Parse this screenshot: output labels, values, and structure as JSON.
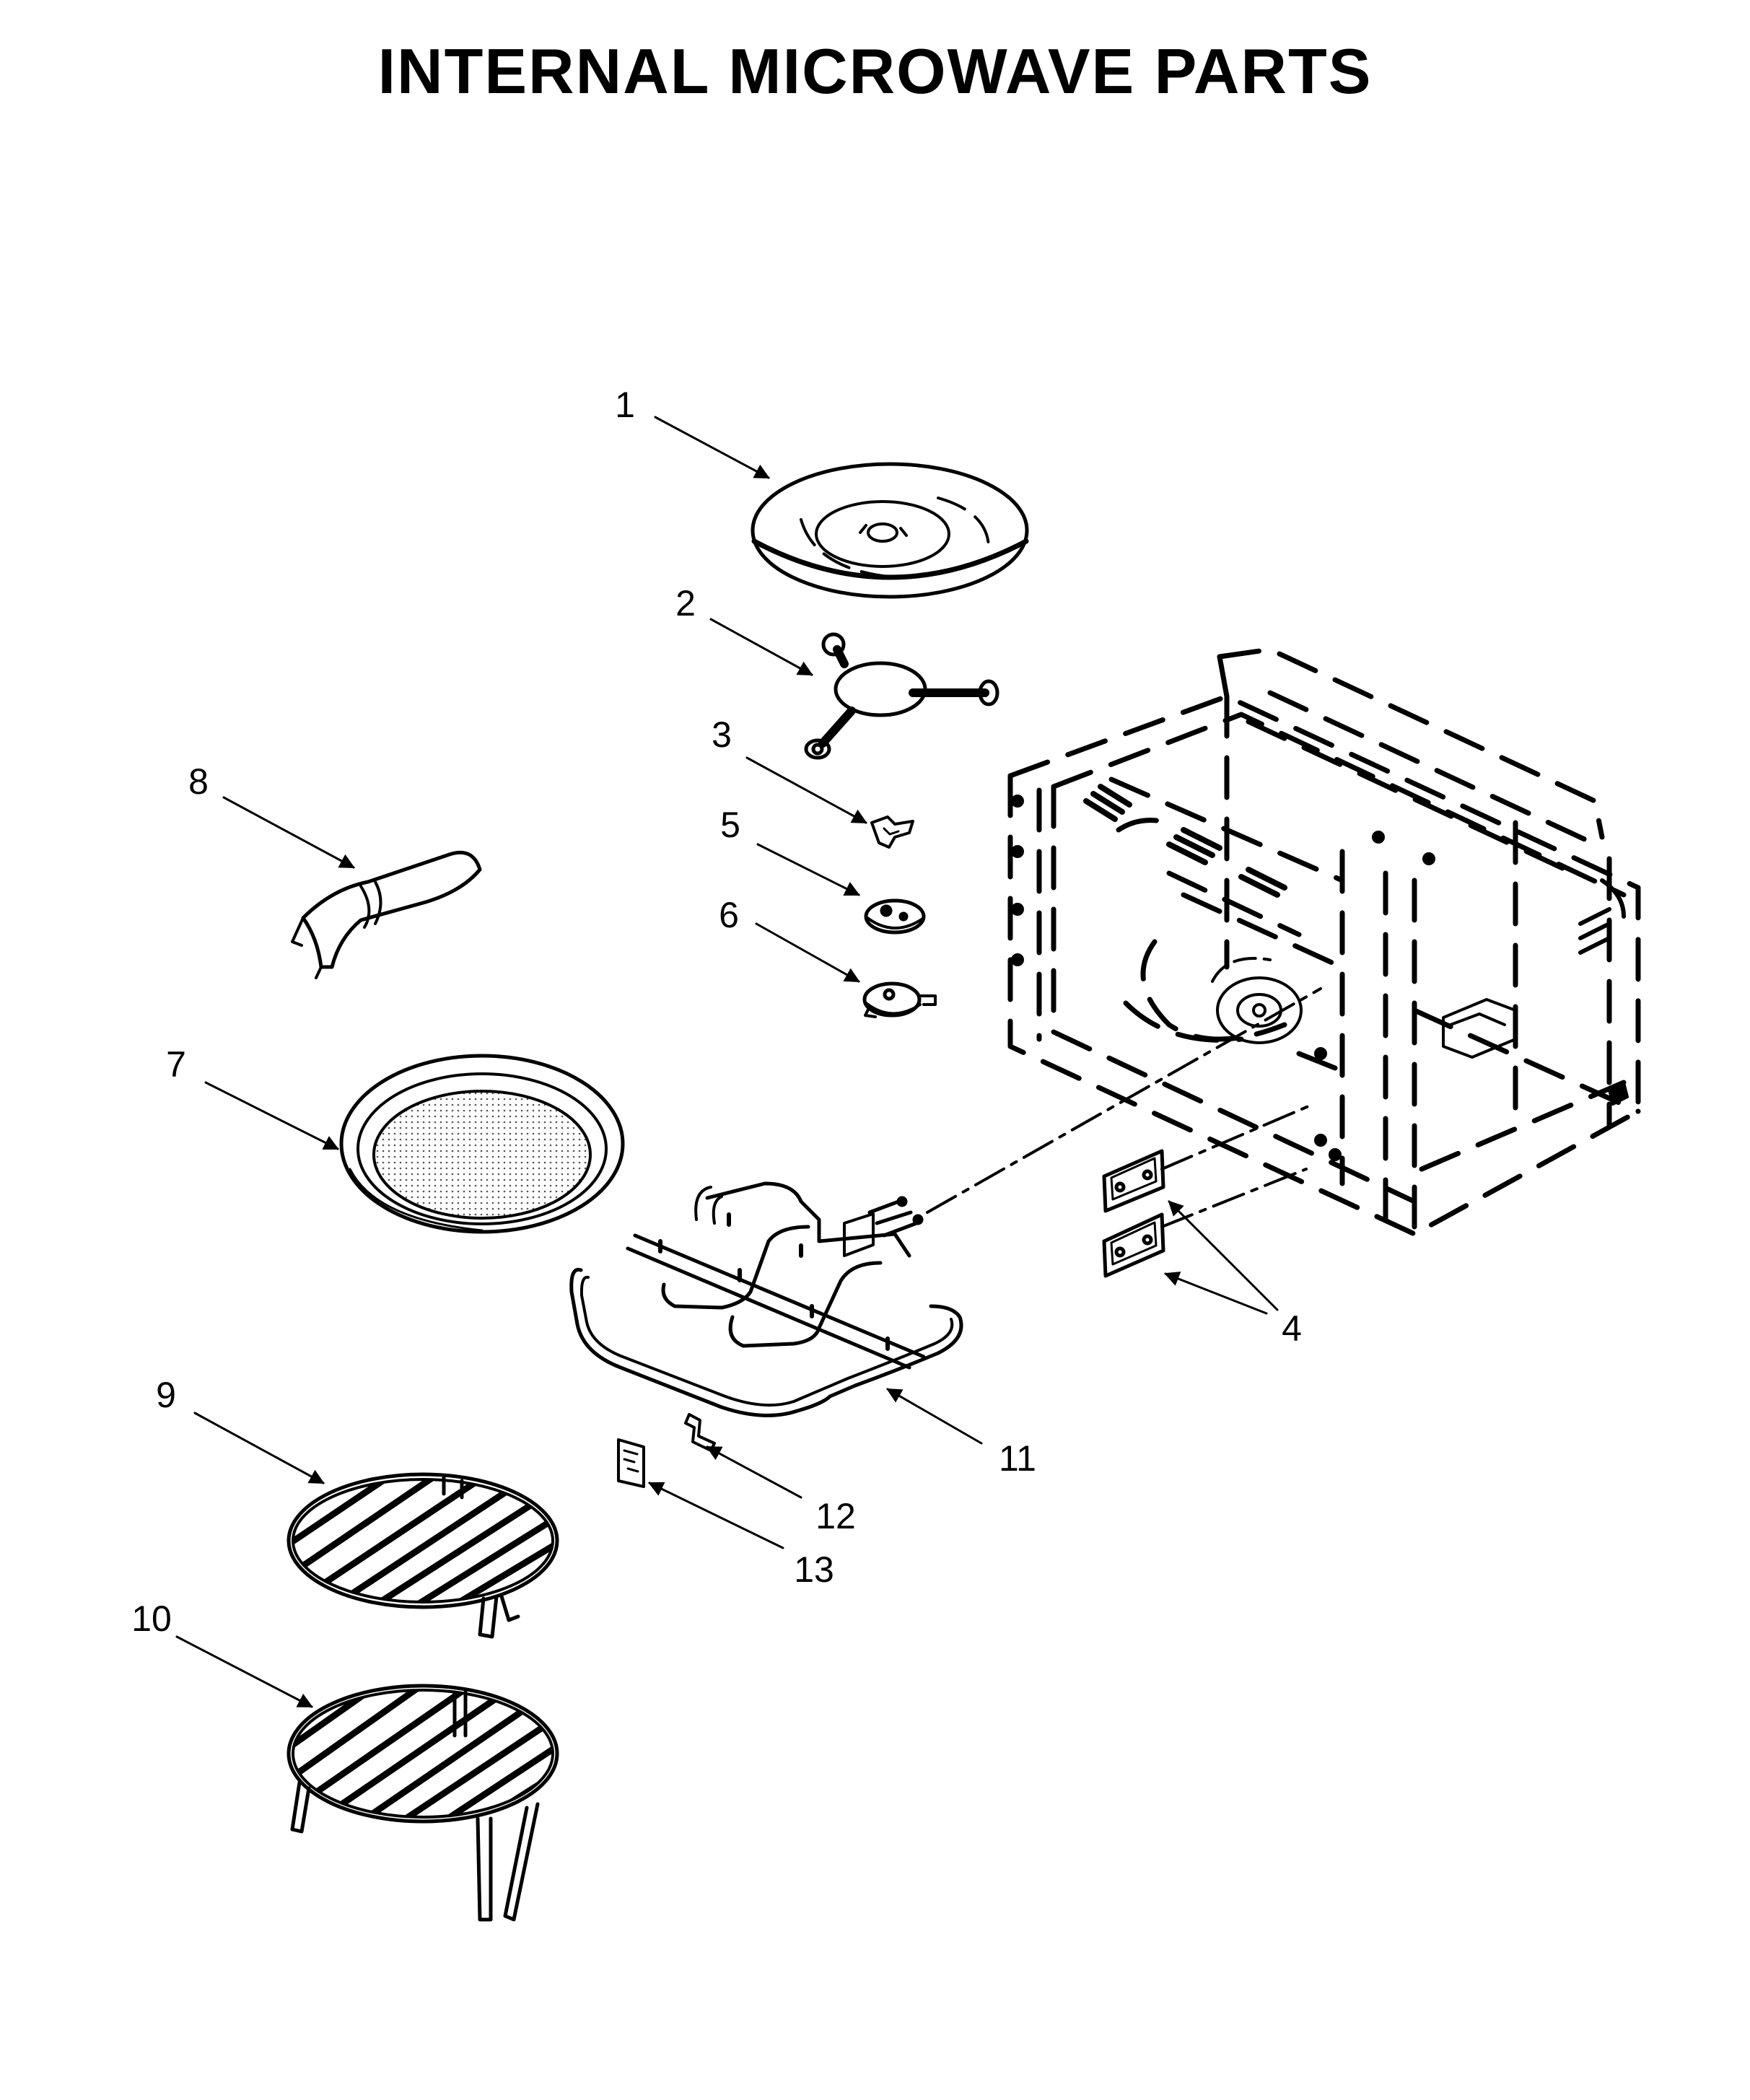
{
  "title": "INTERNAL MICROWAVE PARTS",
  "callouts": {
    "c1": "1",
    "c2": "2",
    "c3": "3",
    "c4": "4",
    "c5": "5",
    "c6": "6",
    "c7": "7",
    "c8": "8",
    "c9": "9",
    "c10": "10",
    "c11": "11",
    "c12": "12",
    "c13": "13"
  },
  "parts": [
    {
      "number": "1",
      "depicts": "turntable-glass-tray-icon"
    },
    {
      "number": "2",
      "depicts": "roller-support-icon"
    },
    {
      "number": "3",
      "depicts": "coupler-icon"
    },
    {
      "number": "4",
      "depicts": "waveguide-cover-icon"
    },
    {
      "number": "5",
      "depicts": "turntable-motor-icon"
    },
    {
      "number": "6",
      "depicts": "motor-icon"
    },
    {
      "number": "7",
      "depicts": "crisper-pan-icon"
    },
    {
      "number": "8",
      "depicts": "crisper-handle-icon"
    },
    {
      "number": "9",
      "depicts": "short-rack-icon"
    },
    {
      "number": "10",
      "depicts": "tall-rack-icon"
    },
    {
      "number": "11",
      "depicts": "broil-element-icon"
    },
    {
      "number": "12",
      "depicts": "bracket-icon"
    },
    {
      "number": "13",
      "depicts": "label-icon"
    }
  ]
}
